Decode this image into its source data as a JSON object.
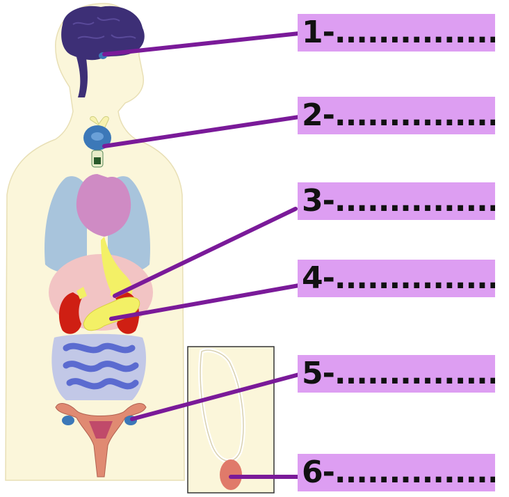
{
  "labels": [
    {
      "text": "1-...............",
      "organ": "brain"
    },
    {
      "text": "2-...............",
      "organ": "thyroid"
    },
    {
      "text": "3-...............",
      "organ": "adrenal-gland"
    },
    {
      "text": "4-...............",
      "organ": "pancreas"
    },
    {
      "text": "5-...............",
      "organ": "ovary"
    },
    {
      "text": "6-...............",
      "organ": "testis"
    }
  ],
  "colors": {
    "label_fill": "#dd9ef2",
    "leader_line": "#7a1a99",
    "body": "#fbf6da",
    "brain": "#3d2f76",
    "thyroid": "#3c78b8",
    "lungs": "#a8c4dc",
    "heart": "#cf8bc4",
    "liver": "#f2c4c4",
    "kidney": "#cf1f13",
    "pancreas": "#f3f066",
    "intestine": "#6f7fd8",
    "uterus": "#e08a72",
    "testis": "#e07a6a"
  }
}
